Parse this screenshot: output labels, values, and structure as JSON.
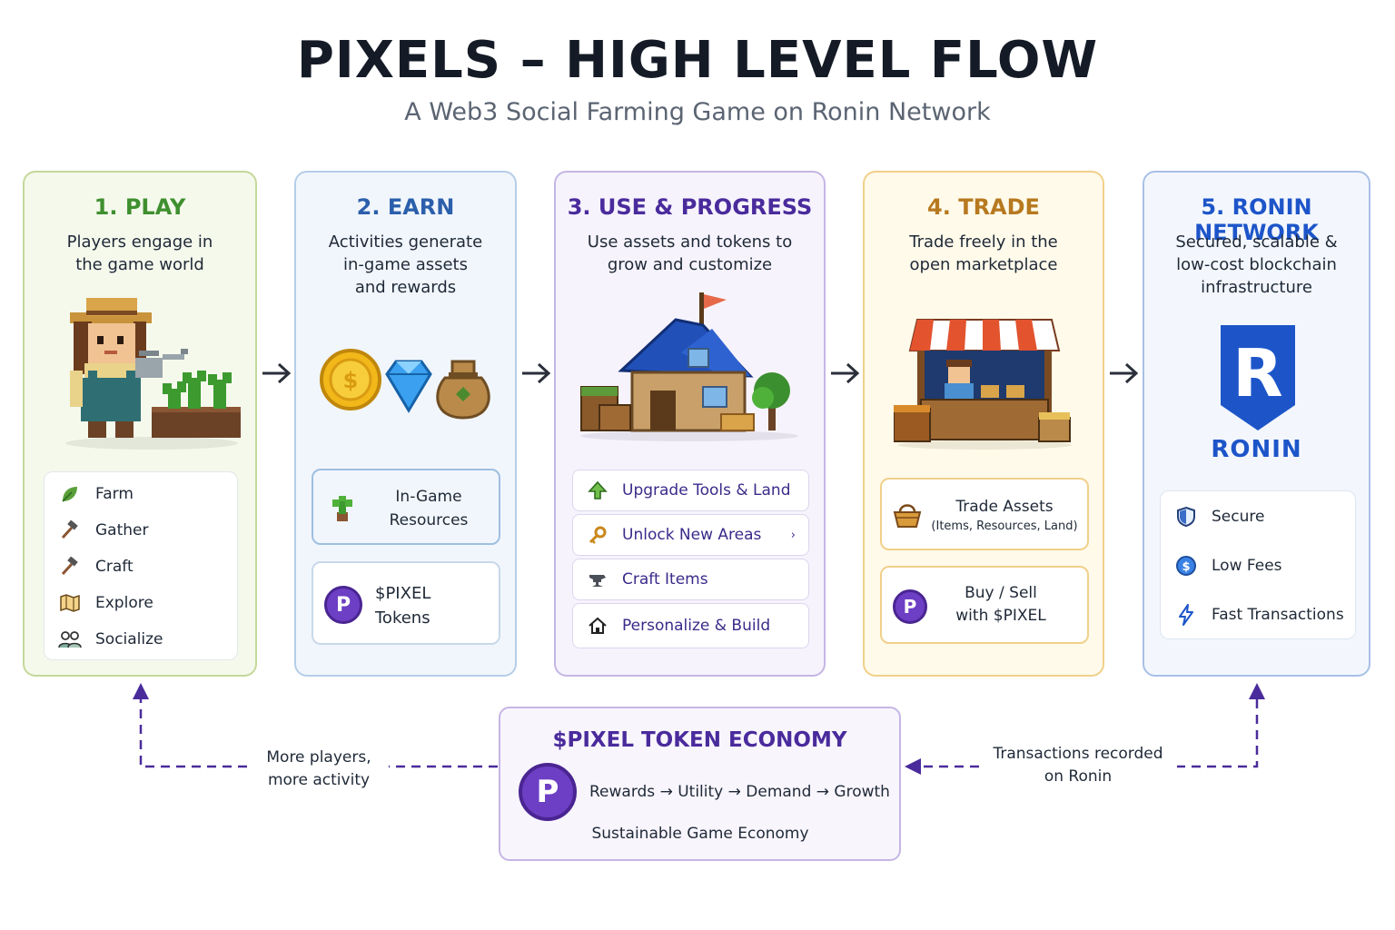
{
  "header": {
    "title": "PIXELS – HIGH LEVEL FLOW",
    "subtitle": "A Web3 Social Farming Game on Ronin Network"
  },
  "colors": {
    "play": "#3f8f2f",
    "earn": "#2b5fab",
    "use": "#4a2b9c",
    "trade": "#b7791f",
    "ronin": "#1d55c9",
    "token": "#6d3fc4"
  },
  "play": {
    "title": "1. PLAY",
    "desc_line1": "Players engage in",
    "desc_line2": "the game world",
    "items": [
      {
        "label": "Farm",
        "icon": "leaf-icon"
      },
      {
        "label": "Gather",
        "icon": "hammer-icon"
      },
      {
        "label": "Craft",
        "icon": "hammer-icon"
      },
      {
        "label": "Explore",
        "icon": "map-icon"
      },
      {
        "label": "Socialize",
        "icon": "people-icon"
      }
    ]
  },
  "earn": {
    "title": "2. EARN",
    "desc_line1": "Activities generate",
    "desc_line2": "in-game assets",
    "desc_line3": "and rewards",
    "resources_line1": "In-Game",
    "resources_line2": "Resources",
    "token_line1": "$PIXEL",
    "token_line2": "Tokens",
    "coin_letter": "P"
  },
  "use": {
    "title": "3. USE & PROGRESS",
    "desc_line1": "Use assets and tokens to",
    "desc_line2": "grow and customize",
    "items": [
      {
        "label": "Upgrade Tools & Land",
        "icon": "arrow-up-icon"
      },
      {
        "label": "Unlock New Areas",
        "icon": "key-icon"
      },
      {
        "label": "Craft Items",
        "icon": "anvil-icon"
      },
      {
        "label": "Personalize & Build",
        "icon": "house-icon"
      }
    ]
  },
  "trade": {
    "title": "4. TRADE",
    "desc_line1": "Trade freely in the",
    "desc_line2": "open marketplace",
    "assets_line1": "Trade Assets",
    "assets_line2": "(Items, Resources, Land)",
    "buy_line1": "Buy / Sell",
    "buy_line2": "with $PIXEL",
    "coin_letter": "P"
  },
  "ronin": {
    "title": "5. RONIN NETWORK",
    "desc_line1": "Secured, scalable &",
    "desc_line2": "low-cost blockchain",
    "desc_line3": "infrastructure",
    "logo_text": "RONIN",
    "logo_letter": "R",
    "items": [
      {
        "label": "Secure",
        "icon": "shield-icon"
      },
      {
        "label": "Low Fees",
        "icon": "coin-icon"
      },
      {
        "label": "Fast Transactions",
        "icon": "lightning-icon"
      }
    ]
  },
  "economy": {
    "title": "$PIXEL TOKEN ECONOMY",
    "flow": "Rewards → Utility → Demand → Growth",
    "footer": "Sustainable Game Economy",
    "coin_letter": "P"
  },
  "loop": {
    "left_line1": "More players,",
    "left_line2": "more activity",
    "right_line1": "Transactions recorded",
    "right_line2": "on Ronin"
  }
}
